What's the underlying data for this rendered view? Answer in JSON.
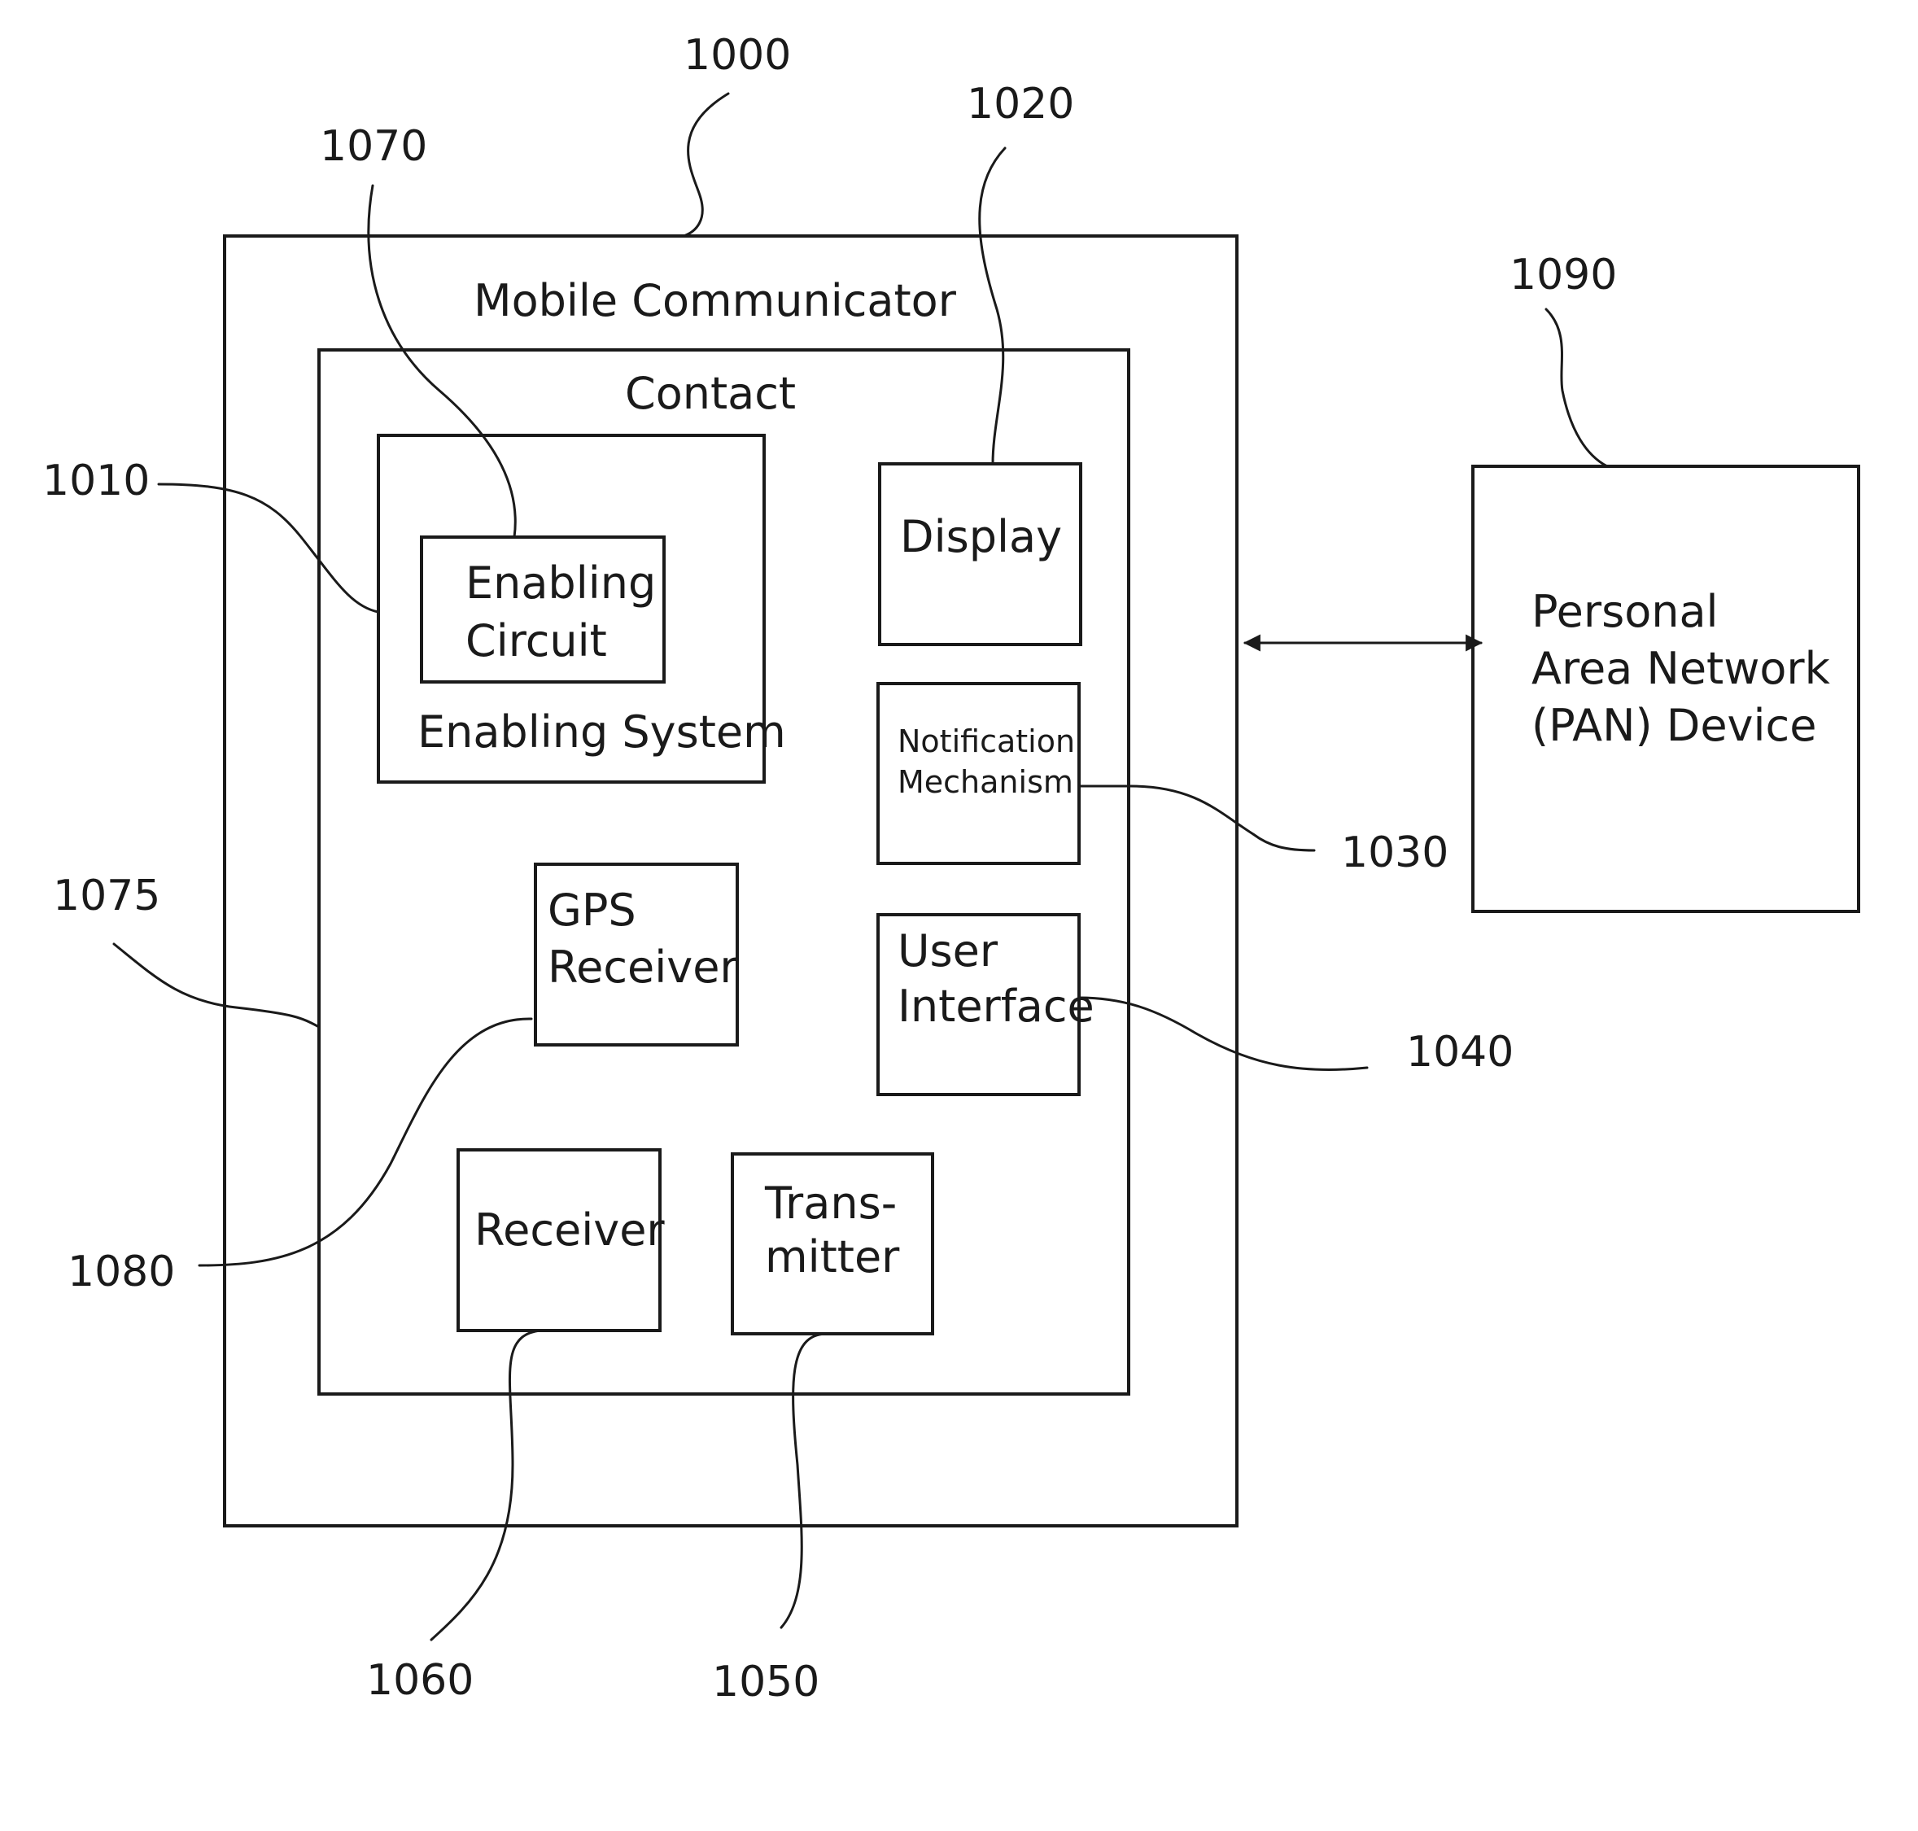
{
  "blocks": {
    "mobile_communicator": "Mobile Communicator",
    "contact": "Contact",
    "enabling_system": "Enabling System",
    "enabling_circuit": [
      "Enabling",
      "Circuit"
    ],
    "display": "Display",
    "notification_mechanism": [
      "Notification",
      "Mechanism"
    ],
    "gps_receiver": [
      "GPS",
      "Receiver"
    ],
    "user_interface": [
      "User",
      "Interface"
    ],
    "receiver": "Receiver",
    "transmitter": [
      "Trans-",
      "mitter"
    ],
    "pan_device": [
      "Personal",
      "Area Network",
      "(PAN) Device"
    ]
  },
  "reference_numerals": {
    "r1000": "1000",
    "r1010": "1010",
    "r1020": "1020",
    "r1030": "1030",
    "r1040": "1040",
    "r1050": "1050",
    "r1060": "1060",
    "r1070": "1070",
    "r1075": "1075",
    "r1080": "1080",
    "r1090": "1090"
  }
}
